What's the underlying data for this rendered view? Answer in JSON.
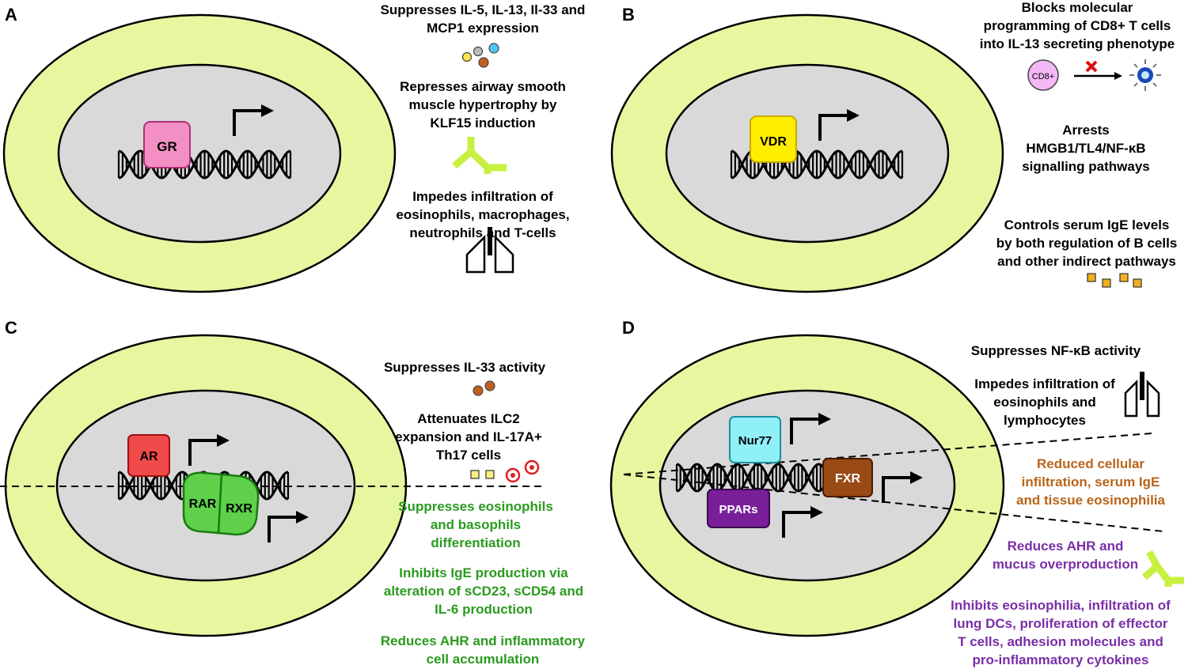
{
  "panels": {
    "A": {
      "letter": "A",
      "receptor": "GR",
      "texts": [
        [
          "Suppresses IL-5, IL-13, Il-33  and",
          "MCP1 expression"
        ],
        [
          "Represses airway smooth",
          "muscle hypertrophy by",
          "KLF15 induction"
        ],
        [
          "Impedes infiltration of",
          "eosinophils, macrophages,",
          "neutrophils and T-cells"
        ]
      ]
    },
    "B": {
      "letter": "B",
      "receptor": "VDR",
      "cd8_label": "CD8+",
      "texts": [
        [
          "Blocks molecular",
          "programming of CD8+ T cells",
          "into IL-13 secreting  phenotype"
        ],
        [
          "Arrests",
          "HMGB1/TL4/NF-κB",
          "signalling pathways"
        ],
        [
          "Controls serum IgE levels",
          "by both regulation of B cells",
          "and other indirect pathways"
        ]
      ]
    },
    "C": {
      "letter": "C",
      "receptors": [
        "AR",
        "RAR",
        "RXR"
      ],
      "texts": [
        [
          "Suppresses IL-33 activity"
        ],
        [
          "Attenuates ILC2",
          "expansion and IL-17A+",
          "Th17 cells"
        ]
      ],
      "green_texts": [
        [
          "Suppresses eosinophils",
          "and basophils",
          "differentiation"
        ],
        [
          "Inhibits IgE production via",
          "alteration of sCD23, sCD54  and",
          "IL-6 production"
        ],
        [
          "Reduces AHR and inflammatory",
          "cell accumulation"
        ]
      ]
    },
    "D": {
      "letter": "D",
      "receptors": [
        "Nur77",
        "FXR",
        "PPARs"
      ],
      "texts": [
        [
          "Suppresses NF-κB activity"
        ],
        [
          "Impedes infiltration of",
          "eosinophils and",
          "lymphocytes"
        ]
      ],
      "orange_texts": [
        [
          "Reduced cellular",
          "infiltration, serum IgE",
          "and tissue eosinophilia"
        ]
      ],
      "purple_texts": [
        [
          "Reduces AHR and",
          "mucus overproduction"
        ],
        [
          "Inhibits eosinophilia, infiltration of",
          "lung DCs, proliferation of effector",
          "T cells, adhesion molecules and",
          "pro-inflammatory cytokines"
        ]
      ]
    }
  },
  "colors": {
    "cytoplasm": "#e6f7a0",
    "nucleus": "#d9d9d9",
    "GR": "#f48fc4",
    "VDR": "#ffee00",
    "AR": "#f04a4a",
    "RAR_RXR": "#5ed04a",
    "Nur77": "#8ff0f8",
    "FXR": "#9a4a16",
    "PPARs": "#7a1f9a",
    "green_text": "#2a9a1f",
    "orange_text": "#b8651a",
    "purple_text": "#7a2ea8"
  }
}
